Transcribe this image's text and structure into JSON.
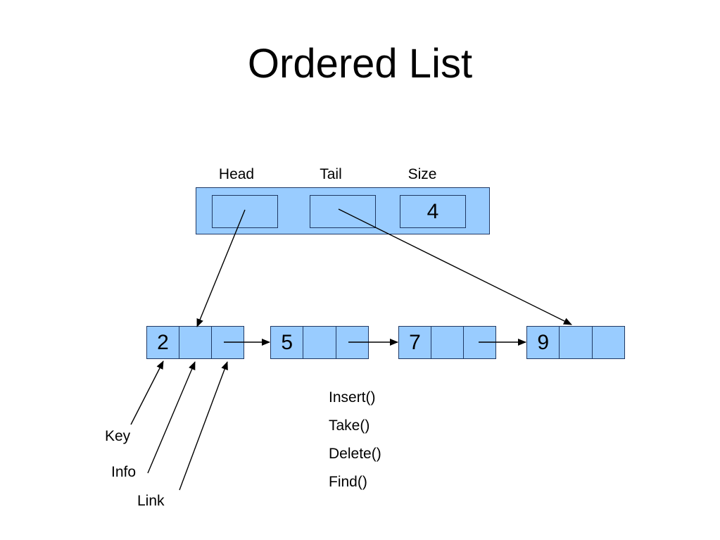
{
  "slide": {
    "title": "Ordered List"
  },
  "control_block": {
    "labels": {
      "head": "Head",
      "tail": "Tail",
      "size": "Size"
    },
    "size_value": "4"
  },
  "nodes": [
    {
      "key": "2"
    },
    {
      "key": "5"
    },
    {
      "key": "7"
    },
    {
      "key": "9"
    }
  ],
  "field_labels": {
    "key": "Key",
    "info": "Info",
    "link": "Link"
  },
  "methods": [
    "Insert()",
    "Take()",
    "Delete()",
    "Find()"
  ],
  "colors": {
    "node_fill": "#99CCFF",
    "node_border": "#1F3864",
    "arrow": "#000000",
    "text": "#000000",
    "background": "#FFFFFF"
  }
}
